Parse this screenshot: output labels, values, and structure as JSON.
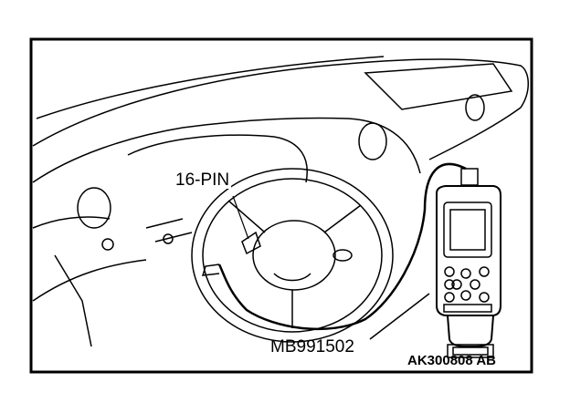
{
  "labels": {
    "connector": "16-PIN",
    "tool_part_number": "MB991502",
    "figure_code": "AK300808 AB"
  }
}
